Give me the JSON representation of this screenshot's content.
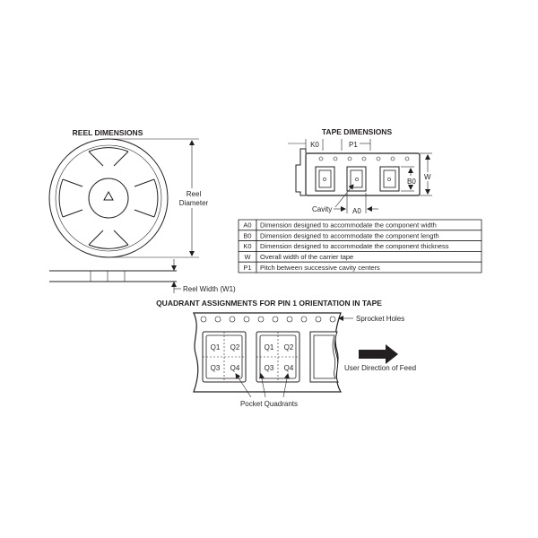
{
  "reel": {
    "title": "REEL DIMENSIONS",
    "diameter_label_line1": "Reel",
    "diameter_label_line2": "Diameter",
    "width_label": "Reel Width (W1)"
  },
  "tape": {
    "title": "TAPE DIMENSIONS",
    "k0": "K0",
    "p1": "P1",
    "b0": "B0",
    "w": "W",
    "a0": "A0",
    "cavity": "Cavity"
  },
  "legend_table": {
    "rows": [
      {
        "code": "A0",
        "description": "Dimension designed to accommodate the component width"
      },
      {
        "code": "B0",
        "description": "Dimension designed to accommodate the component length"
      },
      {
        "code": "K0",
        "description": "Dimension designed to accommodate the component thickness"
      },
      {
        "code": "W",
        "description": "Overall width of the carrier tape"
      },
      {
        "code": "P1",
        "description": "Pitch between successive cavity centers"
      }
    ]
  },
  "quadrant": {
    "title": "QUADRANT ASSIGNMENTS FOR PIN 1 ORIENTATION IN TAPE",
    "sprocket_holes": "Sprocket Holes",
    "feed_direction": "User Direction of Feed",
    "pocket_quadrants": "Pocket Quadrants",
    "pockets": [
      {
        "q1": "Q1",
        "q2": "Q2",
        "q3": "Q3",
        "q4": "Q4"
      },
      {
        "q1": "Q1",
        "q2": "Q2",
        "q3": "Q3",
        "q4": "Q4"
      }
    ]
  }
}
